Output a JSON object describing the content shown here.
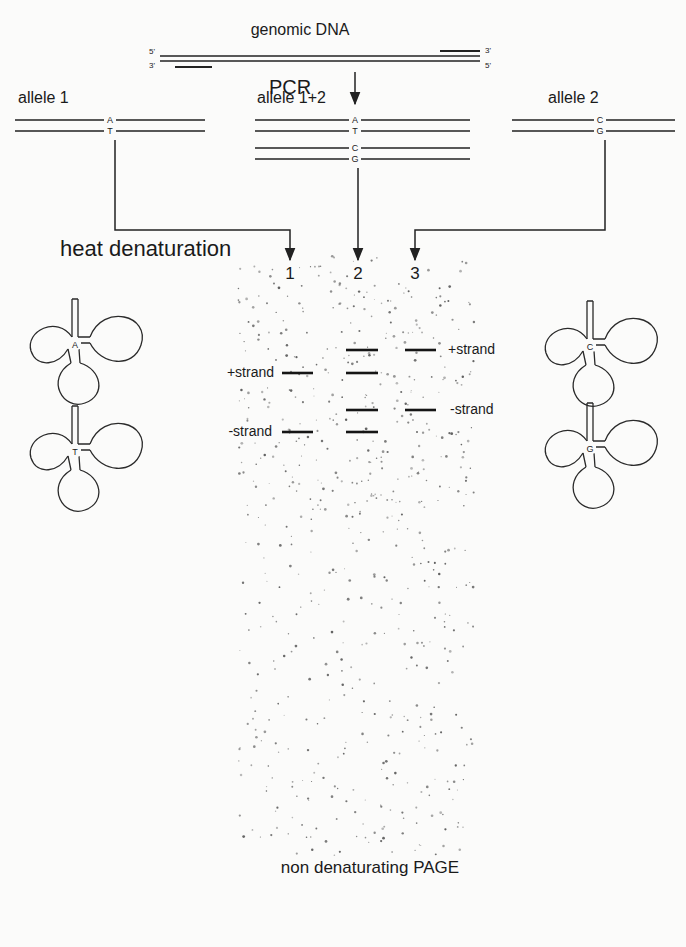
{
  "diagram": {
    "labels": [
      "genomic DNA",
      "5'",
      "3'",
      "3'",
      "5'",
      "PCR",
      "allele 1",
      "allele 1+2",
      "allele 2",
      "A",
      "T",
      "A",
      "T",
      "C",
      "G",
      "C",
      "G",
      "heat denaturation",
      "1",
      "2",
      "3",
      "A",
      "+strand",
      "+strand",
      "C",
      "-strand",
      "-strand",
      "T",
      "G",
      "non denaturating PAGE"
    ]
  }
}
